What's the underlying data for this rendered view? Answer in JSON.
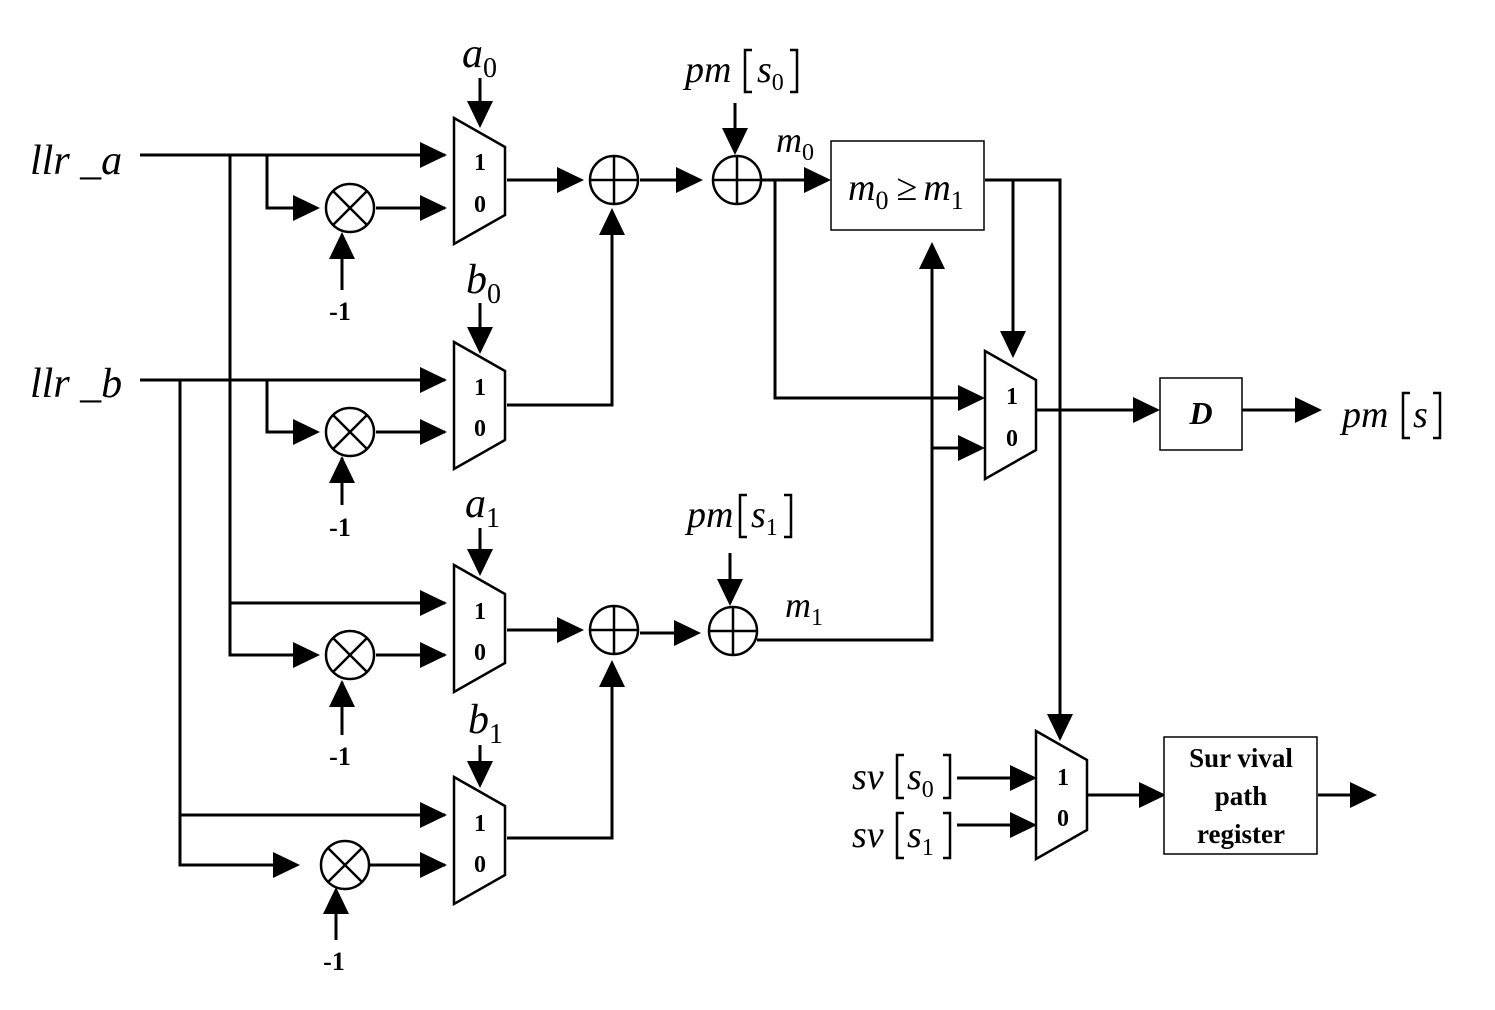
{
  "inputs": {
    "llr_a": "llr _a",
    "llr_b": "llr _b"
  },
  "selects": {
    "a0": {
      "base": "a",
      "sub": "0"
    },
    "b0": {
      "base": "b",
      "sub": "0"
    },
    "a1": {
      "base": "a",
      "sub": "1"
    },
    "b1": {
      "base": "b",
      "sub": "1"
    }
  },
  "path_metrics": {
    "pm_s0": {
      "base": "pm",
      "inner": "s",
      "sub": "0"
    },
    "pm_s1": {
      "base": "pm",
      "inner": "s",
      "sub": "1"
    },
    "pm_s": {
      "base": "pm",
      "inner": "s"
    }
  },
  "metrics": {
    "m0": {
      "base": "m",
      "sub": "0"
    },
    "m1": {
      "base": "m",
      "sub": "1"
    }
  },
  "compare": {
    "lhs": "m",
    "lhs_sub": "0",
    "op": "≥",
    "rhs": "m",
    "rhs_sub": "1"
  },
  "mux_labels": {
    "one": "1",
    "zero": "0"
  },
  "neg_one": "-1",
  "delay": "D",
  "survivors": {
    "sv_s0": {
      "base": "sv",
      "inner": "s",
      "sub": "0"
    },
    "sv_s1": {
      "base": "sv",
      "inner": "s",
      "sub": "1"
    }
  },
  "register": {
    "line1": "Sur vival",
    "line2": "path",
    "line3": "register"
  }
}
